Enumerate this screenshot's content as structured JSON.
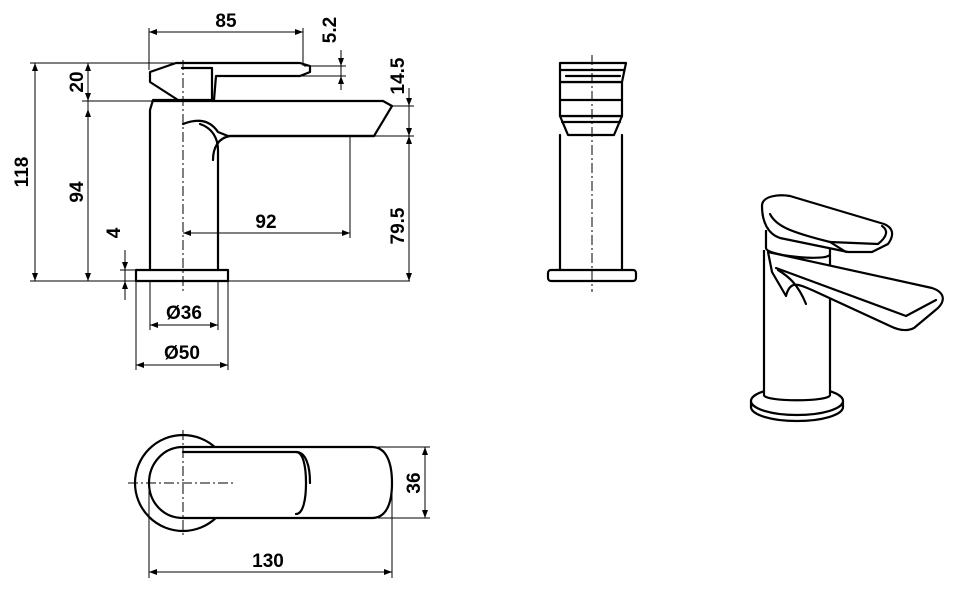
{
  "dimensions": {
    "handle_length": "85",
    "handle_thickness": "5.2",
    "handle_height": "20",
    "spout_offset": "14.5",
    "total_height": "118",
    "spout_height": "94",
    "outlet_height": "79.5",
    "spout_reach": "92",
    "base_plate": "4",
    "body_diameter": "Ø36",
    "base_diameter": "Ø50",
    "plan_width": "36",
    "plan_length": "130"
  },
  "views": [
    "front-elevation",
    "side-elevation",
    "plan-view",
    "isometric-view"
  ],
  "colors": {
    "line": "#000000",
    "background": "#ffffff"
  }
}
